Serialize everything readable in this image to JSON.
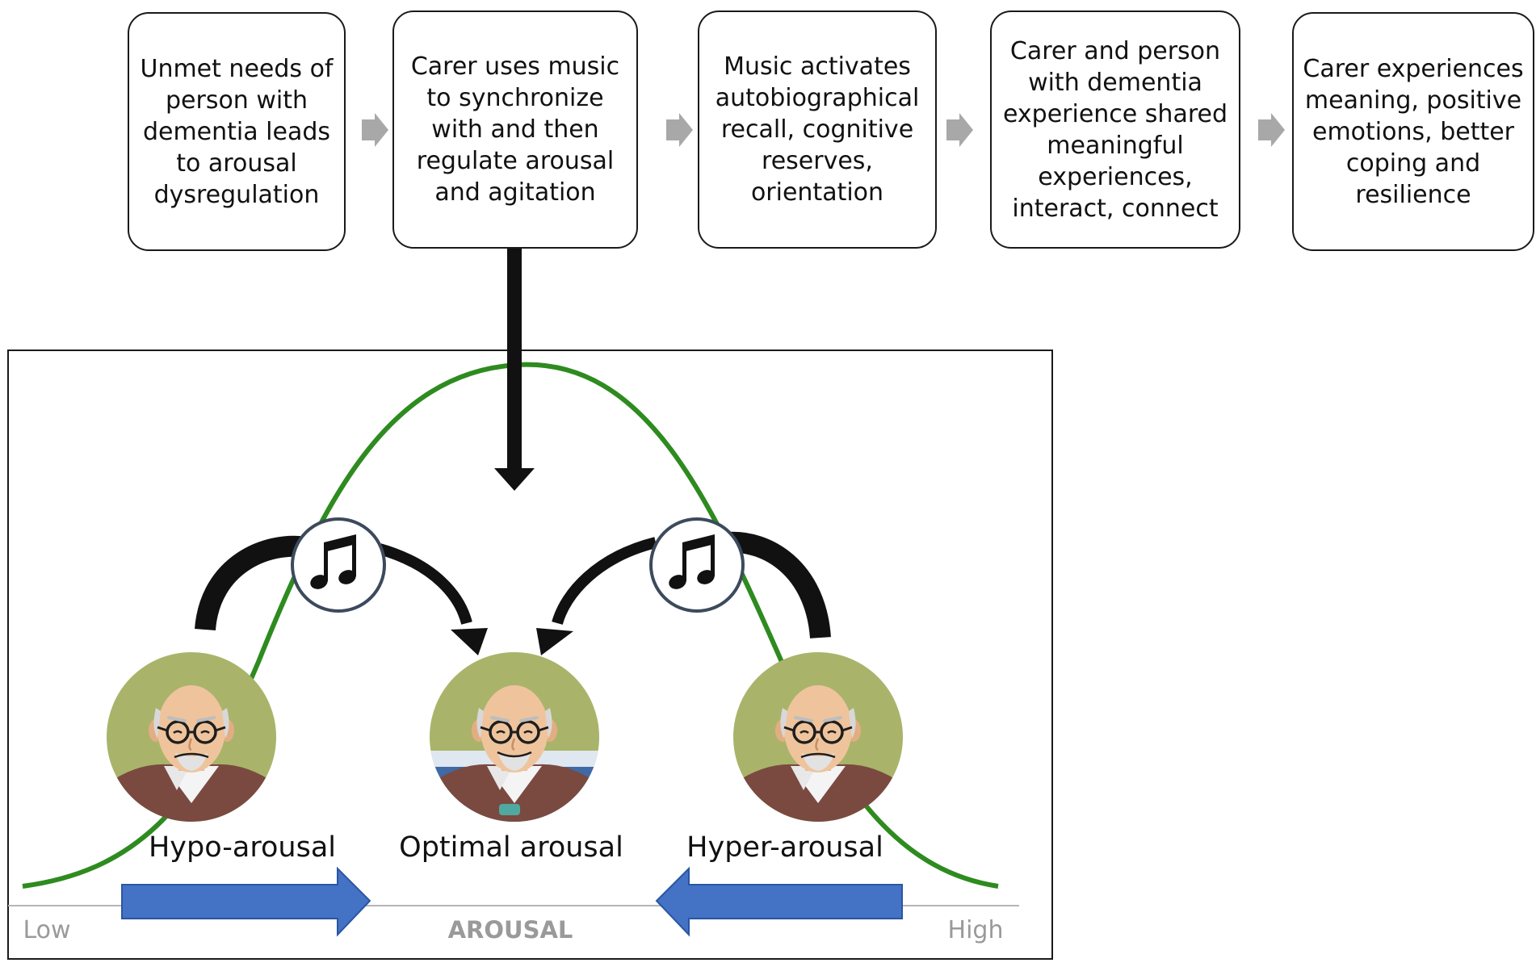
{
  "flow": {
    "boxes": [
      {
        "id": "unmet-needs",
        "text": "Unmet needs of\nperson with\ndementia leads\nto arousal\ndysregulation"
      },
      {
        "id": "carer-music",
        "text": "Carer uses music\nto synchronize\nwith and then\nregulate arousal\nand agitation"
      },
      {
        "id": "music-activates",
        "text": "Music activates\nautobiographical\nrecall, cognitive\nreserves,\norientation"
      },
      {
        "id": "shared-experience",
        "text": "Carer and person\nwith dementia\nexperience shared\nmeaningful\nexperiences,\ninteract, connect"
      },
      {
        "id": "carer-outcomes",
        "text": "Carer experiences\nmeaning, positive\nemotions, better\ncoping and\nresilience"
      }
    ]
  },
  "curve": {
    "states": {
      "hypo": "Hypo-arousal",
      "optimal": "Optimal arousal",
      "hyper": "Hyper-arousal"
    },
    "axis": {
      "low": "Low",
      "title": "AROUSAL",
      "high": "High"
    }
  },
  "colors": {
    "curve": "#2e8b1f",
    "shift_arrow": "#4472c4",
    "flow_arrow": "#a8a8a8",
    "axis_text": "#9a9a9a"
  },
  "icons": {
    "music": "music-note-icon",
    "person": "person-avatar"
  }
}
